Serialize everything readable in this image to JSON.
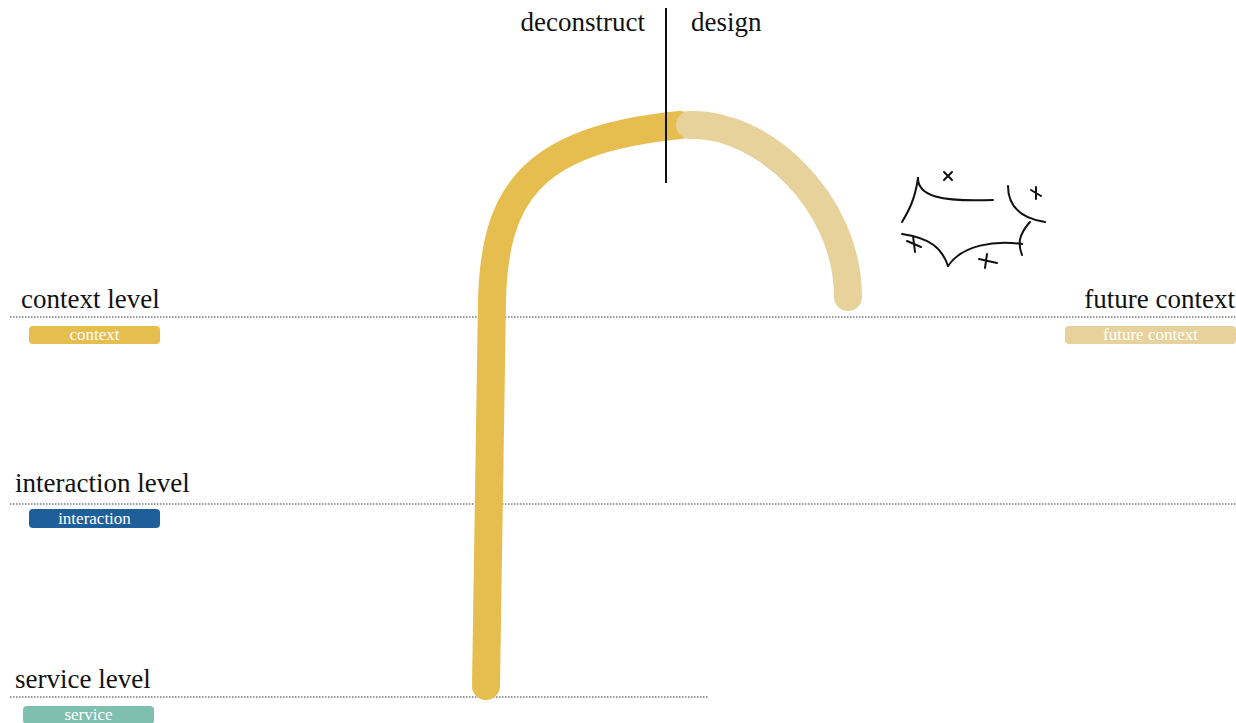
{
  "diagram": {
    "nodes": [
      {
        "text": [
          "context"
        ]
      },
      {
        "text": [
          "future context"
        ]
      },
      {
        "text": [
          "interaction"
        ]
      },
      {
        "text": [
          "service"
        ]
      }
    ],
    "labels": [
      "deconstruct",
      "design",
      "context level",
      "future context",
      "interaction level",
      "service level"
    ]
  }
}
